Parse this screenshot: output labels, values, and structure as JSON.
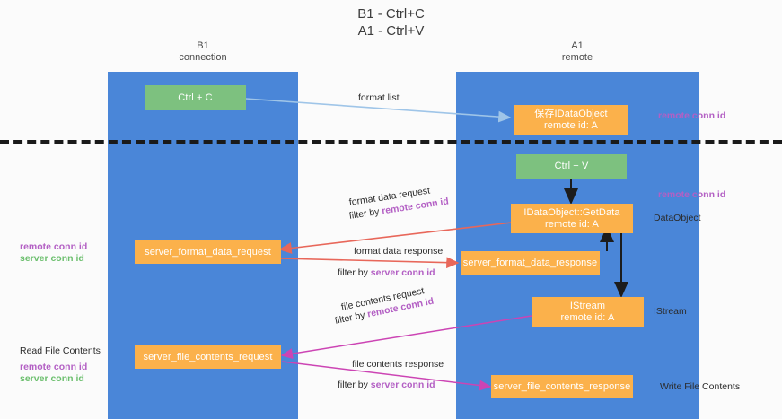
{
  "title": "B1 - Ctrl+C\nA1 - Ctrl+V",
  "colors": {
    "lane": "#4a86d8",
    "green_node": "#7dc17f",
    "orange_node": "#fbb14b",
    "remote_conn_id": "#b35fc4",
    "server_conn_id": "#6cbf6e",
    "arrow_blue": "#9fc5e8",
    "arrow_dark": "#1c1c1c",
    "arrow_red": "#e8675a",
    "arrow_magenta": "#cc44b4"
  },
  "columns": {
    "left": "B1\nconnection",
    "right": "A1\nremote"
  },
  "nodes": {
    "ctrl_c": "Ctrl + C",
    "idataobject": "保存IDataObject\nremote id: A",
    "ctrl_v": "Ctrl + V",
    "getdata": "IDataObject::GetData\nremote id: A",
    "server_format_data_request": "server_format_data_request",
    "server_format_data_response": "server_format_data_response",
    "istream": "IStream\nremote id: A",
    "server_file_contents_request": "server_file_contents_request",
    "server_file_contents_response": "server_file_contents_response"
  },
  "edges": {
    "format_list": "format list",
    "format_data_request": "format data request",
    "format_data_request_filter_prefix": "filter by ",
    "format_data_request_filter_key": "remote conn id",
    "format_data_response": "format data response",
    "format_data_response_filter_prefix": "filter by ",
    "format_data_response_filter_key": "server conn id",
    "file_contents_request": "file contents request",
    "file_contents_request_filter_prefix": "filter by ",
    "file_contents_request_filter_key": "remote conn id",
    "file_contents_response": "file contents response",
    "file_contents_response_filter_prefix": "filter by ",
    "file_contents_response_filter_key": "server conn id"
  },
  "annotations": {
    "right_remote_conn_id_top": "remote conn id",
    "right_remote_conn_id_mid": "remote conn id",
    "right_dataobject": "DataObject",
    "right_istream": "IStream",
    "right_write_file_contents": "Write File Contents",
    "left_remote_conn_id_mid": "remote conn id",
    "left_server_conn_id_mid": "server conn id",
    "left_read_file_contents": "Read File Contents",
    "left_remote_conn_id_bottom": "remote conn id",
    "left_server_conn_id_bottom": "server conn id"
  }
}
